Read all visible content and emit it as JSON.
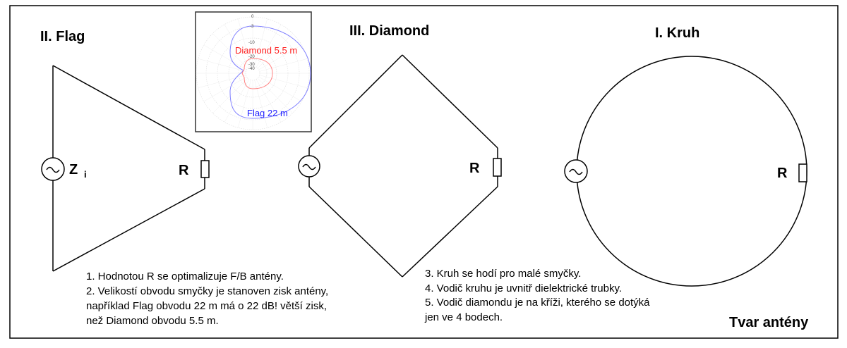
{
  "titles": {
    "flag": "II. Flag",
    "diamond": "III. Diamond",
    "kruh": "I. Kruh",
    "main": "Tvar antény"
  },
  "labels": {
    "z": "Z",
    "z_sub": "i",
    "r": "R"
  },
  "inset": {
    "ticks": [
      "0",
      "-3",
      "-10",
      "-20",
      "-30",
      "-40"
    ],
    "diamond_label": "Diamond 5.5 m",
    "flag_label": "Flag 22 m",
    "diamond_color": "#ff2020",
    "flag_color": "#2020ff"
  },
  "notes_left": [
    "1. Hodnotou R se optimalizuje F/B antény.",
    "2. Velikostí obvodu smyčky je stanoven zisk antény,",
    "například Flag obvodu 22 m má o 22 dB! větší zisk,",
    "než Diamond obvodu 5.5 m."
  ],
  "notes_right": [
    "3. Kruh se hodí pro malé smyčky.",
    "4. Vodič kruhu je uvnitř dielektrické trubky.",
    "5. Vodič diamondu je na kříži, kterého se dotýká",
    "jen ve 4 bodech."
  ]
}
